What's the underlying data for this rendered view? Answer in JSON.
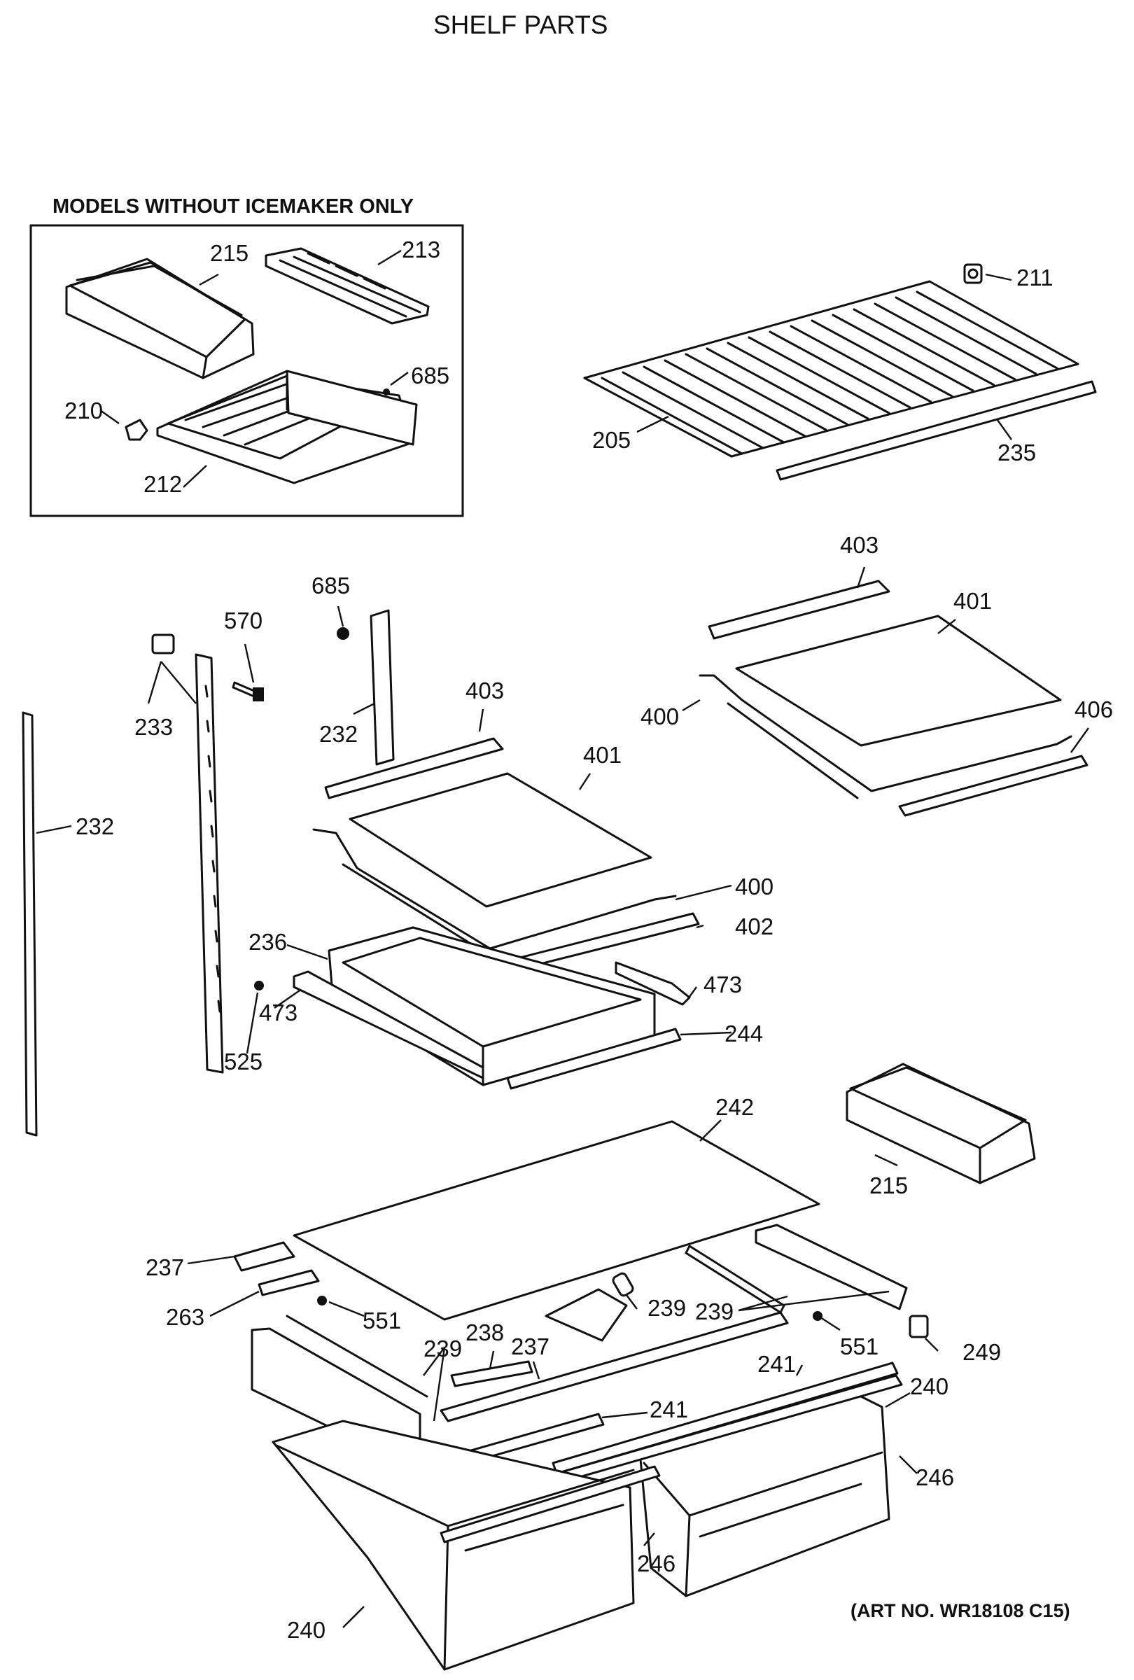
{
  "title": "SHELF PARTS",
  "inset_heading": "MODELS WITHOUT ICEMAKER ONLY",
  "art_number": "(ART NO. WR18108 C15)",
  "callouts": {
    "c215a": "215",
    "c213": "213",
    "c685a": "685",
    "c210": "210",
    "c212": "212",
    "c211": "211",
    "c205": "205",
    "c235": "235",
    "c403a": "403",
    "c401a": "401",
    "c400a": "400",
    "c406": "406",
    "c685b": "685",
    "c570": "570",
    "c233": "233",
    "c232a": "232",
    "c232b": "232",
    "c403b": "403",
    "c401b": "401",
    "c400b": "400",
    "c402": "402",
    "c236": "236",
    "c473a": "473",
    "c473b": "473",
    "c244": "244",
    "c525": "525",
    "c242": "242",
    "c215b": "215",
    "c237a": "237",
    "c263": "263",
    "c551a": "551",
    "c239a": "239",
    "c239b": "239",
    "c239c": "239",
    "c238": "238",
    "c237b": "237",
    "c551b": "551",
    "c249": "249",
    "c241a": "241",
    "c241b": "241",
    "c240a": "240",
    "c240b": "240",
    "c246a": "246",
    "c246b": "246"
  }
}
